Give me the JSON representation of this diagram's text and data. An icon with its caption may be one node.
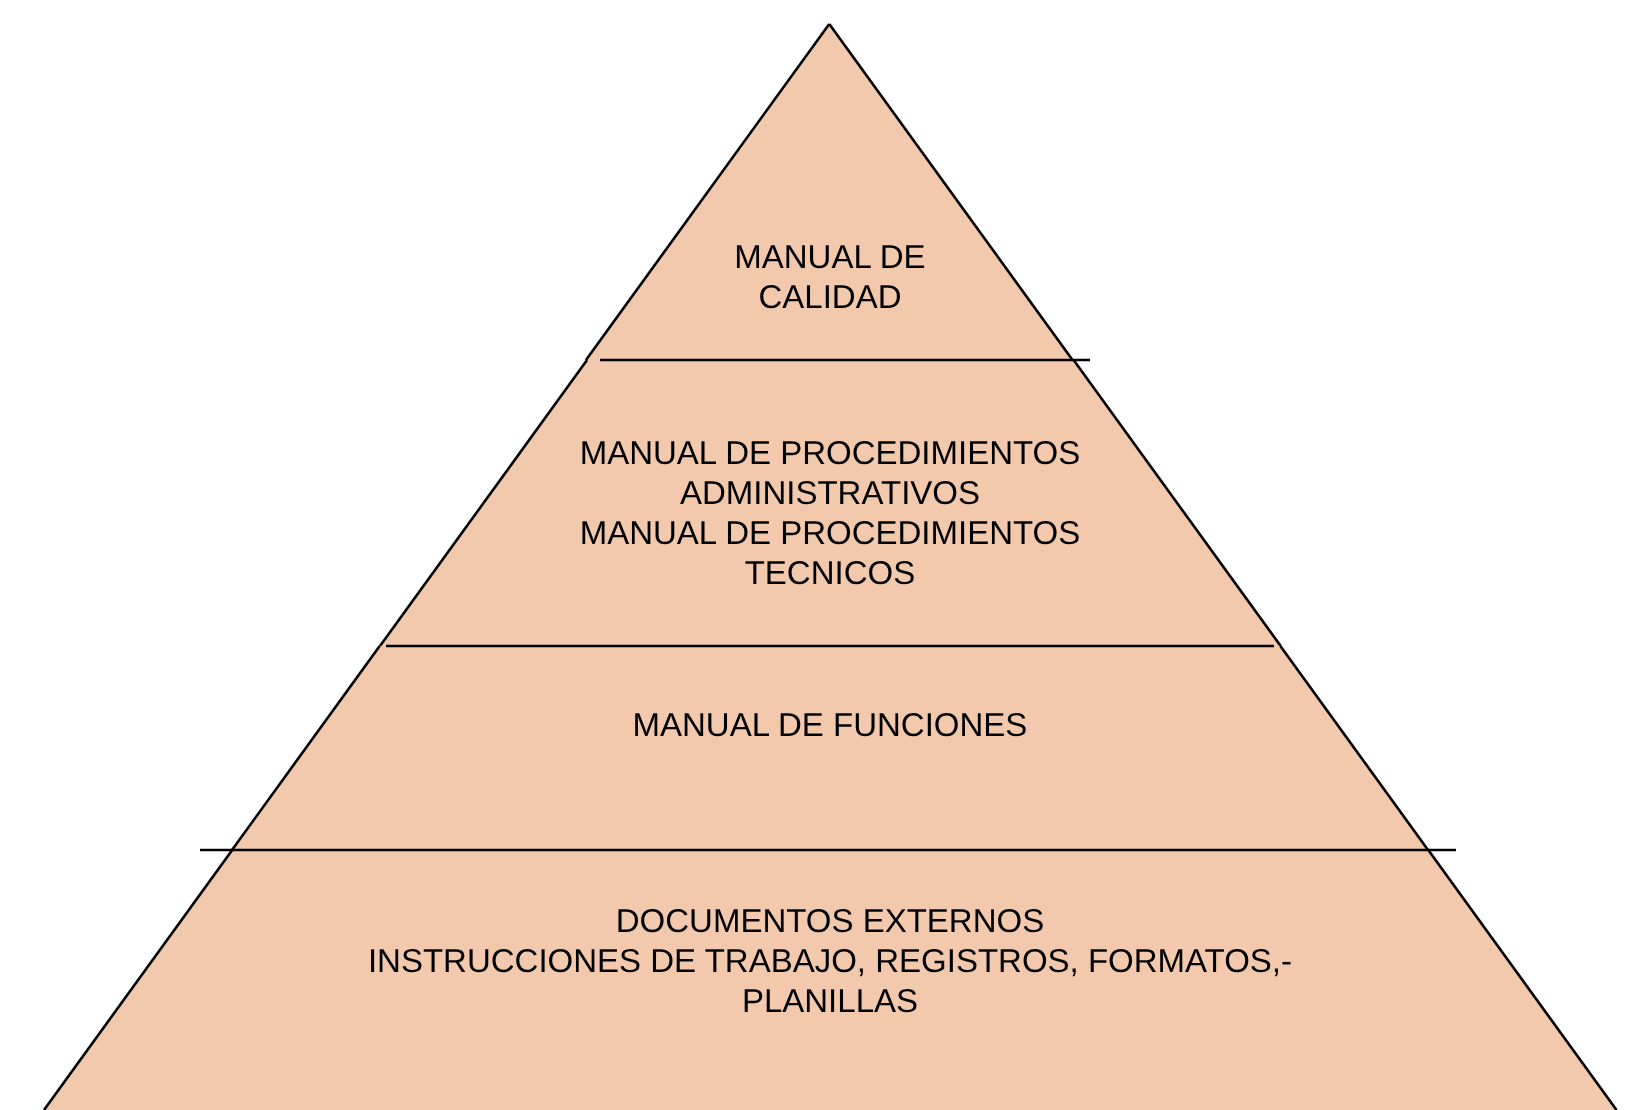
{
  "diagram": {
    "nodes": [
      {
        "text": [
          "MANUAL DE CALIDAD"
        ]
      },
      {
        "text": [
          "MANUAL DE PROCEDIMIENTOS ADMINISTRATIVOS",
          "MANUAL DE PROCEDIMIENTOS TECNICOS"
        ]
      },
      {
        "text": [
          "MANUAL DE FUNCIONES"
        ]
      },
      {
        "text": [
          "DOCUMENTOS EXTERNOS",
          "INSTRUCCIONES DE TRABAJO, REGISTROS, FORMATOS,- PLANILLAS"
        ]
      }
    ]
  }
}
